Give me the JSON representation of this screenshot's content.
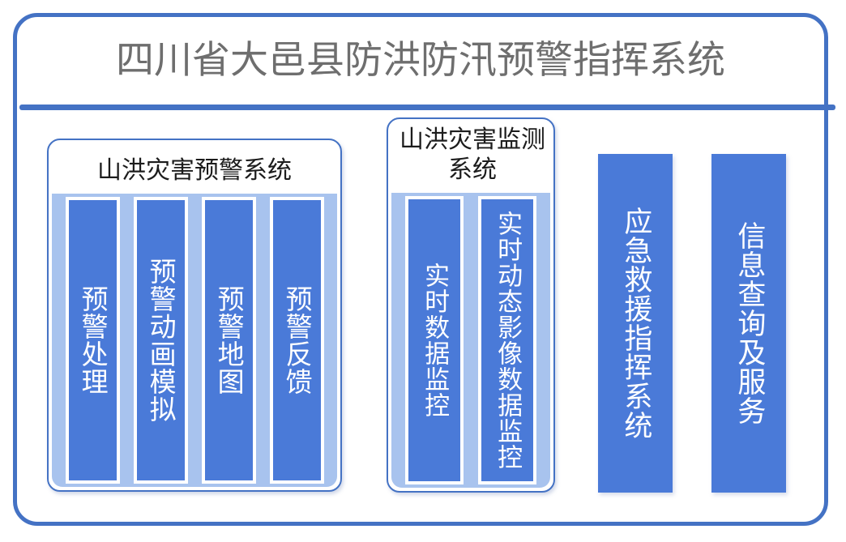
{
  "header": {
    "title": "四川省大邑县防洪防汛预警指挥系统",
    "title_color": "#6e6e6e",
    "divider_color": "#4472c4"
  },
  "theme": {
    "frame_border": "#4472c4",
    "panel_fill": "#a8c3ee",
    "card_fill": "#4a7ad8",
    "card_border": "#ffffff",
    "card_text": "#ffffff",
    "background": "#ffffff"
  },
  "panels": [
    {
      "id": "warning-system",
      "title": "山洪灾害预警系统",
      "cards": [
        {
          "label": "预警处理"
        },
        {
          "label": "预警动画模拟"
        },
        {
          "label": "预警地图"
        },
        {
          "label": "预警反馈"
        }
      ]
    },
    {
      "id": "monitor-system",
      "title": "山洪灾害监测系统",
      "cards": [
        {
          "label": "实时数据监控"
        },
        {
          "label": "实时动态影像数据监控"
        }
      ]
    }
  ],
  "standalone_cards": [
    {
      "id": "emergency-rescue-command-system",
      "label": "应急救援指挥系统"
    },
    {
      "id": "information-query-and-service",
      "label": "信息查询及服务"
    }
  ]
}
